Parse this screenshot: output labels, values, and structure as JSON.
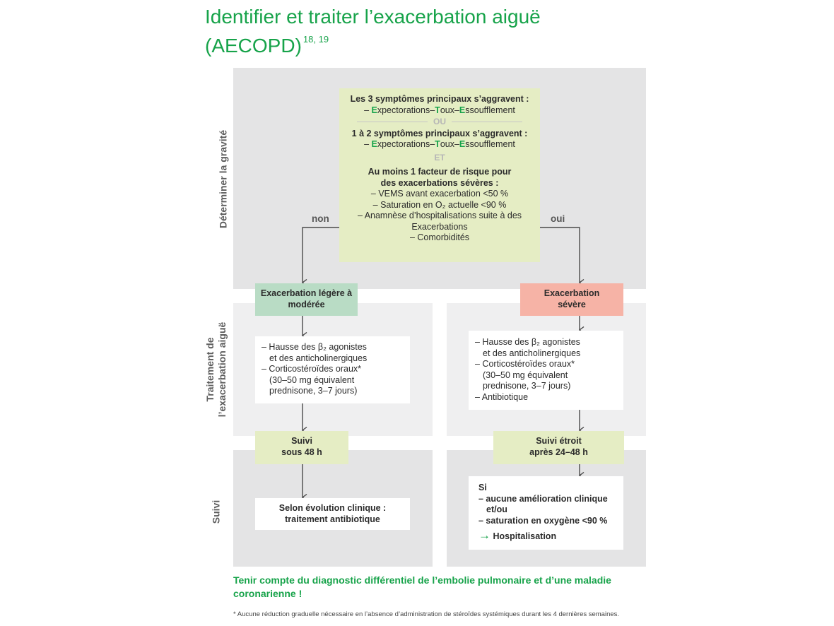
{
  "title": {
    "line1": "Identifier et traiter l’exacerbation aiguë",
    "line2": "(AECOPD)",
    "refs": "18, 19"
  },
  "sections": {
    "gravite": "Déterminer la gravité",
    "traitement_l1": "Traitement de",
    "traitement_l2": "l’exacerbation aiguë",
    "suivi": "Suivi"
  },
  "criteria": {
    "heading1": "Les 3 symptômes principaux s’aggravent :",
    "symptoms1": {
      "dash": "– ",
      "e": "E",
      "e_rest": "xpectorations–",
      "t": "T",
      "t_rest": "oux–",
      "es": "E",
      "es_rest": "ssoufflement"
    },
    "or": "OU",
    "heading2": "1 à 2 symptômes principaux s’aggravent :",
    "symptoms2": {
      "dash": "– ",
      "e": "E",
      "e_rest": "xpectorations–",
      "t": "T",
      "t_rest": "oux–",
      "es": "E",
      "es_rest": "ssoufflement"
    },
    "and": "ET",
    "risk_heading_1": "Au moins 1 facteur de risque pour",
    "risk_heading_2": "des exacerbations sévères :",
    "risk_items": [
      "– VEMS avant exacerbation <50 %",
      "– Saturation en O₂ actuelle <90 %",
      "– Anamnèse d’hospitalisations suite à des",
      "Exacerbations",
      "– Comorbidités"
    ]
  },
  "branches": {
    "no": "non",
    "yes": "oui"
  },
  "mild": {
    "label_1": "Exacerbation légère à",
    "label_2": "modérée",
    "treatment": [
      "– Hausse des β₂ agonistes",
      "et des anticholinergiques",
      "– Corticostéroïdes oraux*",
      "(30–50 mg équivalent",
      "prednisone, 3–7 jours)"
    ],
    "followup_1": "Suivi",
    "followup_2": "sous 48 h",
    "outcome_1": "Selon évolution clinique :",
    "outcome_2": "traitement antibiotique"
  },
  "severe": {
    "label_1": "Exacerbation",
    "label_2": "sévère",
    "treatment": [
      "– Hausse des β₂ agonistes",
      "et des anticholinergiques",
      "– Corticostéroïdes oraux*",
      "(30–50 mg équivalent",
      "prednisone, 3–7 jours)",
      "– Antibiotique"
    ],
    "followup_1": "Suivi étroit",
    "followup_2": "après 24–48 h",
    "outcome": {
      "si": "Si",
      "items": [
        "– aucune amélioration clinique",
        "et/ou",
        "– saturation en oxygène <90 %"
      ],
      "arrow": "→",
      "result": "Hospitalisation"
    }
  },
  "warning_1": "Tenir compte du diagnostic différentiel de l’embolie pulmonaire et d’une maladie",
  "warning_2": "coronarienne !",
  "footnote": "* Aucune réduction graduelle nécessaire en l’absence d’administration de stéroïdes systémiques durant les 4 dernières semaines."
}
